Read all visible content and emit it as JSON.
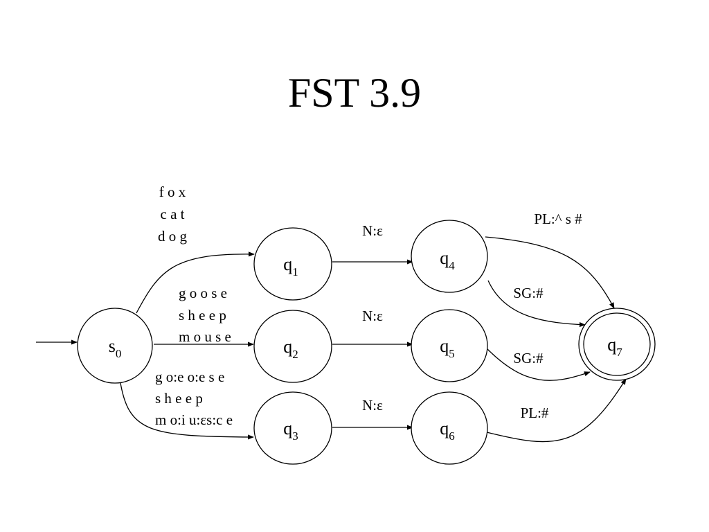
{
  "slide": {
    "title": "FST 3.9"
  },
  "states": {
    "s0": {
      "base": "s",
      "sub": "0"
    },
    "q1": {
      "base": "q",
      "sub": "1"
    },
    "q2": {
      "base": "q",
      "sub": "2"
    },
    "q3": {
      "base": "q",
      "sub": "3"
    },
    "q4": {
      "base": "q",
      "sub": "4"
    },
    "q5": {
      "base": "q",
      "sub": "5"
    },
    "q6": {
      "base": "q",
      "sub": "6"
    },
    "q7": {
      "base": "q",
      "sub": "7"
    }
  },
  "transitions": {
    "s0_q1": [
      "f o x",
      "c a t",
      "d o g"
    ],
    "s0_q2": [
      "g o o s e",
      "s h e e p",
      "m o u s e"
    ],
    "s0_q3": [
      "g o:e o:e s e",
      "s h e e p",
      "m o:i u:εs:c e"
    ],
    "q1_q4": "N:ε",
    "q2_q5": "N:ε",
    "q3_q6": "N:ε",
    "q4_q7_pl": "PL:^ s #",
    "q4_q7_sg": "SG:#",
    "q5_q7_sg": "SG:#",
    "q6_q7_pl": "PL:#"
  }
}
